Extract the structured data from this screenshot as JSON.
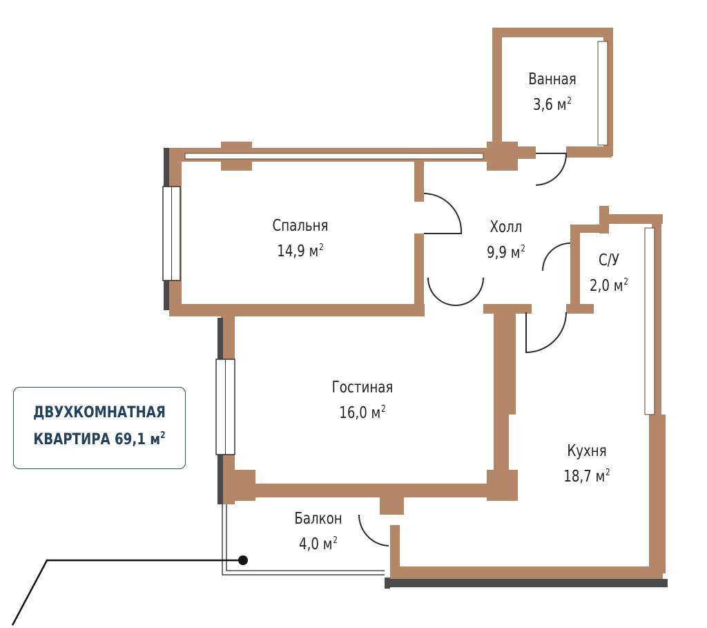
{
  "colors": {
    "wall": "#b58769",
    "wall_shadow": "#4a4a4a",
    "accent_text": "#21405c"
  },
  "apartment": {
    "line1": "ДВУХКОМНАТНАЯ",
    "line2_prefix": "КВАРТИРА 69,1 м",
    "sup": "2"
  },
  "rooms": {
    "bathroom": {
      "name": "Ванная",
      "area": "3,6 м",
      "sup": "2"
    },
    "bedroom": {
      "name": "Спальня",
      "area": "14,9 м",
      "sup": "2"
    },
    "hall": {
      "name": "Холл",
      "area": "9,9 м",
      "sup": "2"
    },
    "wc": {
      "name": "С/У",
      "area": "2,0 м",
      "sup": "2"
    },
    "living": {
      "name": "Гостиная",
      "area": "16,0 м",
      "sup": "2"
    },
    "kitchen": {
      "name": "Кухня",
      "area": "18,7 м",
      "sup": "2"
    },
    "balcony": {
      "name": "Балкон",
      "area": "4,0 м",
      "sup": "2"
    }
  }
}
